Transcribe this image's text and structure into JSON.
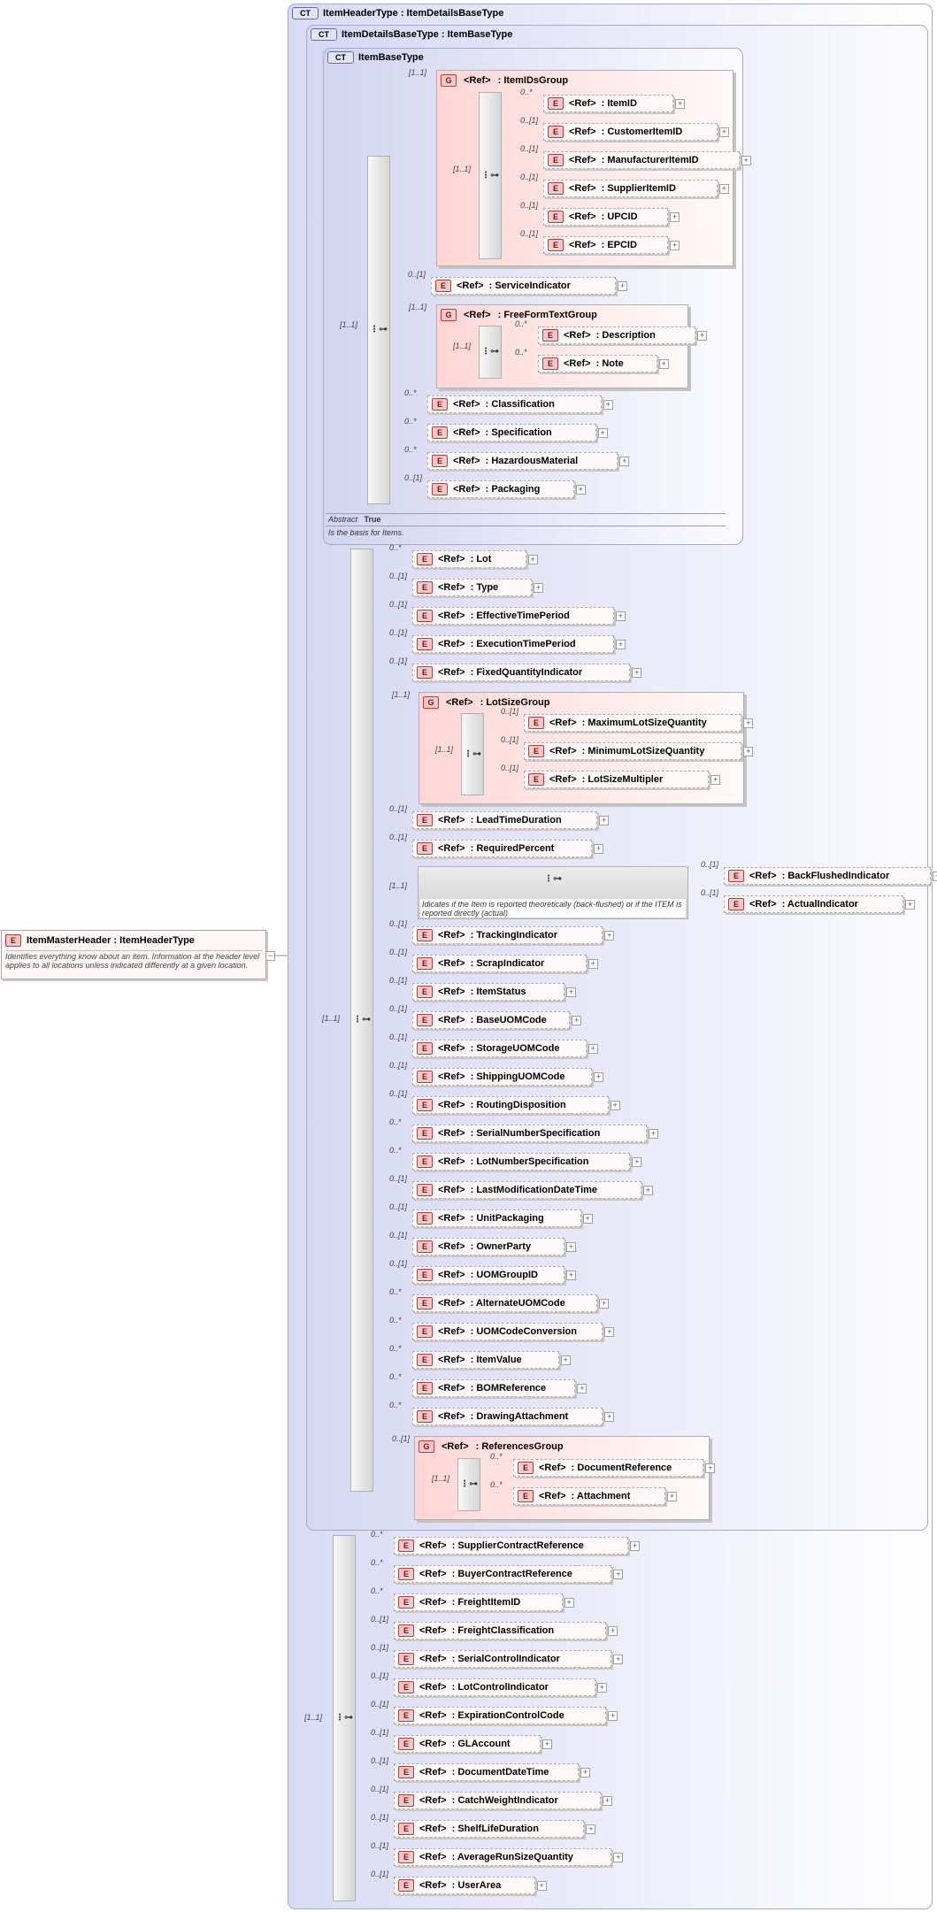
{
  "root": {
    "badge": "E",
    "label": "ItemMasterHeader : ItemHeaderType",
    "doc": "Identifies everything know about an item. Information at the header level applies to all locations unless indicated differently at a given location."
  },
  "ct_header": {
    "badge": "CT",
    "title": "ItemHeaderType : ItemDetailsBaseType"
  },
  "ct_details": {
    "badge": "CT",
    "title": "ItemDetailsBaseType : ItemBaseType"
  },
  "ct_base": {
    "badge": "CT",
    "title": "ItemBaseType",
    "abstract_label": "Abstract",
    "abstract_value": "True",
    "doc": "Is the basis for Items."
  },
  "ref_label": "<Ref>",
  "groups": {
    "ids": {
      "label": "ItemIDsGroup",
      "badge": "G",
      "card": "[1..1]",
      "seq_card": "[1..1]"
    },
    "freeform": {
      "label": "FreeFormTextGroup",
      "badge": "G",
      "card": "[1..1]",
      "seq_card": "[1..1]"
    },
    "lotsize": {
      "label": "LotSizeGroup",
      "badge": "G",
      "card": "[1..1]",
      "seq_card": "[1..1]"
    },
    "references": {
      "label": "ReferencesGroup",
      "badge": "G",
      "card": "0..[1]",
      "seq_card": "[1..1]"
    }
  },
  "choice": {
    "card": "[1..1]",
    "doc": "Idicates if the Item is reported theoretically (back-flushed) or if the ITEM is reported directly (actual)",
    "items": [
      {
        "name": "BackFlushedIndicator",
        "card": "0..[1]"
      },
      {
        "name": "ActualIndicator",
        "card": "0..[1]"
      }
    ]
  },
  "seq_cards": {
    "base": "[1..1]",
    "details": "[1..1]",
    "header": "[1..1]"
  },
  "ids_items": [
    {
      "name": "ItemID",
      "card": "0..*"
    },
    {
      "name": "CustomerItemID",
      "card": "0..[1]"
    },
    {
      "name": "ManufacturerItemID",
      "card": "0..[1]"
    },
    {
      "name": "SupplierItemID",
      "card": "0..[1]"
    },
    {
      "name": "UPCID",
      "card": "0..[1]"
    },
    {
      "name": "EPCID",
      "card": "0..[1]"
    }
  ],
  "base_after_ids": [
    {
      "name": "ServiceIndicator",
      "card": "0..[1]"
    }
  ],
  "freeform_items": [
    {
      "name": "Description",
      "card": "0..*"
    },
    {
      "name": "Note",
      "card": "0..*"
    }
  ],
  "base_tail": [
    {
      "name": "Classification",
      "card": "0..*"
    },
    {
      "name": "Specification",
      "card": "0..*"
    },
    {
      "name": "HazardousMaterial",
      "card": "0..*"
    },
    {
      "name": "Packaging",
      "card": "0..[1]"
    }
  ],
  "details_top": [
    {
      "name": "Lot",
      "card": "0..*"
    },
    {
      "name": "Type",
      "card": "0..[1]"
    },
    {
      "name": "EffectiveTimePeriod",
      "card": "0..[1]"
    },
    {
      "name": "ExecutionTimePeriod",
      "card": "0..[1]"
    },
    {
      "name": "FixedQuantityIndicator",
      "card": "0..[1]"
    }
  ],
  "lotsize_items": [
    {
      "name": "MaximumLotSizeQuantity",
      "card": "0..[1]"
    },
    {
      "name": "MinimumLotSizeQuantity",
      "card": "0..[1]"
    },
    {
      "name": "LotSizeMultipler",
      "card": "0..[1]"
    }
  ],
  "details_mid": [
    {
      "name": "LeadTimeDuration",
      "card": "0..[1]"
    },
    {
      "name": "RequiredPercent",
      "card": "0..[1]"
    }
  ],
  "details_bottom": [
    {
      "name": "TrackingIndicator",
      "card": "0..[1]"
    },
    {
      "name": "ScrapIndicator",
      "card": "0..[1]"
    },
    {
      "name": "ItemStatus",
      "card": "0..[1]"
    },
    {
      "name": "BaseUOMCode",
      "card": "0..[1]"
    },
    {
      "name": "StorageUOMCode",
      "card": "0..[1]"
    },
    {
      "name": "ShippingUOMCode",
      "card": "0..[1]"
    },
    {
      "name": "RoutingDisposition",
      "card": "0..[1]"
    },
    {
      "name": "SerialNumberSpecification",
      "card": "0..*"
    },
    {
      "name": "LotNumberSpecification",
      "card": "0..*"
    },
    {
      "name": "LastModificationDateTime",
      "card": "0..[1]"
    },
    {
      "name": "UnitPackaging",
      "card": "0..[1]"
    },
    {
      "name": "OwnerParty",
      "card": "0..[1]"
    },
    {
      "name": "UOMGroupID",
      "card": "0..[1]"
    },
    {
      "name": "AlternateUOMCode",
      "card": "0..*"
    },
    {
      "name": "UOMCodeConversion",
      "card": "0..*"
    },
    {
      "name": "ItemValue",
      "card": "0..*"
    },
    {
      "name": "BOMReference",
      "card": "0..*"
    },
    {
      "name": "DrawingAttachment",
      "card": "0..*"
    }
  ],
  "references_items": [
    {
      "name": "DocumentReference",
      "card": "0..*"
    },
    {
      "name": "Attachment",
      "card": "0..*"
    }
  ],
  "header_items": [
    {
      "name": "SupplierContractReference",
      "card": "0..*"
    },
    {
      "name": "BuyerContractReference",
      "card": "0..*"
    },
    {
      "name": "FreightItemID",
      "card": "0..*"
    },
    {
      "name": "FreightClassification",
      "card": "0..[1]"
    },
    {
      "name": "SerialControlIndicator",
      "card": "0..[1]"
    },
    {
      "name": "LotControlIndicator",
      "card": "0..[1]"
    },
    {
      "name": "ExpirationControlCode",
      "card": "0..[1]"
    },
    {
      "name": "GLAccount",
      "card": "0..[1]"
    },
    {
      "name": "DocumentDateTime",
      "card": "0..[1]"
    },
    {
      "name": "CatchWeightIndicator",
      "card": "0..[1]"
    },
    {
      "name": "ShelfLifeDuration",
      "card": "0..[1]"
    },
    {
      "name": "AverageRunSizeQuantity",
      "card": "0..[1]"
    },
    {
      "name": "UserArea",
      "card": "0..[1]"
    }
  ]
}
